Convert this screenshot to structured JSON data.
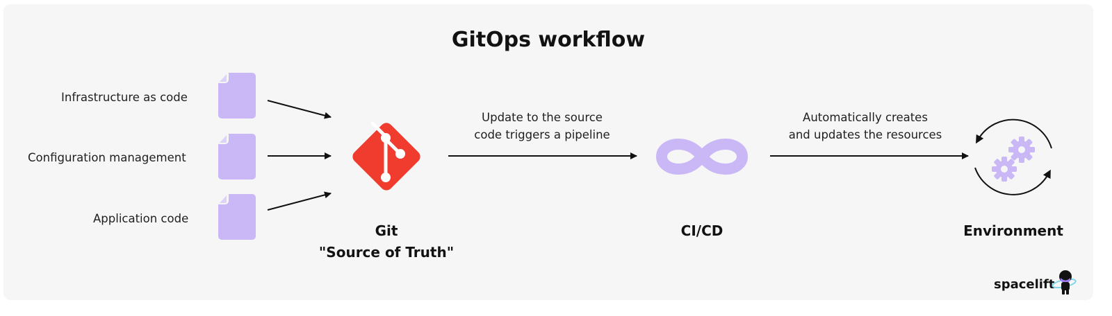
{
  "title": "GitOps workflow",
  "inputs": [
    {
      "label": "Infrastructure as code",
      "icon": "document-icon"
    },
    {
      "label": "Configuration management",
      "icon": "document-icon"
    },
    {
      "label": "Application code",
      "icon": "document-icon"
    }
  ],
  "git": {
    "line1": "Git",
    "line2": "\"Source of Truth\"",
    "icon": "git-logo-icon",
    "color": "#f03c2e"
  },
  "edge_git_cicd": {
    "line1": "Update to the source",
    "line2": "code triggers a pipeline"
  },
  "cicd": {
    "label": "CI/CD",
    "icon": "infinity-icon"
  },
  "edge_cicd_env": {
    "line1": "Automatically creates",
    "line2": "and updates the resources"
  },
  "environment": {
    "label": "Environment",
    "icon": "gears-cycle-icon"
  },
  "brand": {
    "name": "spacelift",
    "icon": "astronaut-logo-icon"
  },
  "colors": {
    "accent_purple": "#c9b8f5",
    "arrow": "#111111",
    "background": "#f6f6f7"
  }
}
